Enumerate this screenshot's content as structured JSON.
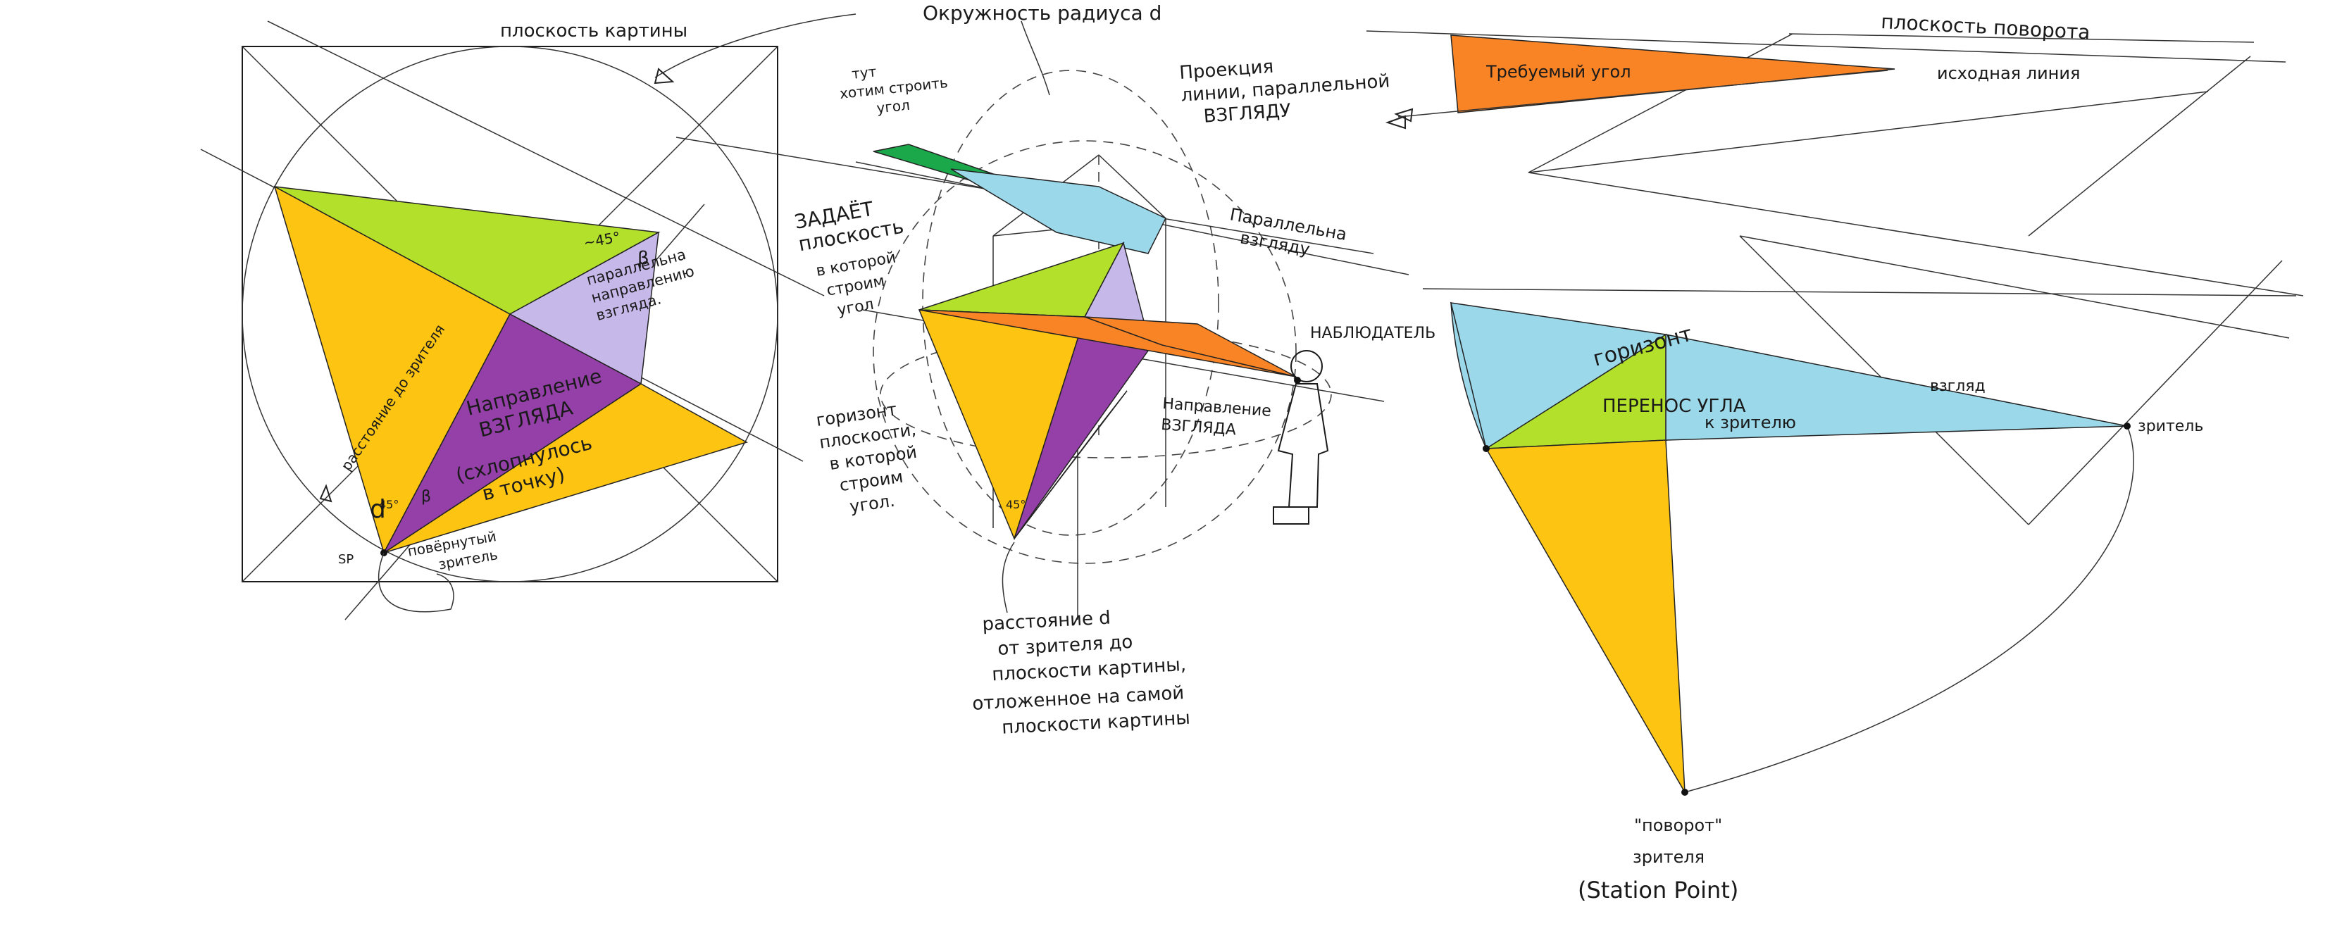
{
  "colors": {
    "yellow": "#fdc412",
    "green": "#b3e02a",
    "purple": "#9440a8",
    "lavender": "#c7b8ea",
    "orange": "#f88426",
    "light_blue": "#9bd8ea",
    "dark_green": "#1aa84a",
    "stroke": "#1a1a1a"
  },
  "left_panel": {
    "picture_plane_label": "плоскость картины",
    "angle_45": "~45°",
    "beta": "β",
    "parallel_to_gaze": [
      "параллельна",
      "направлению",
      "взгляда."
    ],
    "gaze_direction": [
      "Направление",
      "ВЗГЛЯДА"
    ],
    "collapsed_to_point": [
      "(схлопнулось",
      "в точку)"
    ],
    "observer_distance": "расстояние до зрителя",
    "d_label": "d",
    "angle_45_small": "45°",
    "beta_small": "β",
    "sp_label": "SP",
    "rotated_viewer": [
      "повёрнутый",
      "зритель"
    ]
  },
  "middle_panel": {
    "circle_radius_label": "Окружность радиуса d",
    "want_build_angle": [
      "тут",
      "хотим строить",
      "угол"
    ],
    "projection_line": [
      "Проекция",
      "линии, параллельной",
      "ВЗГЛЯДУ"
    ],
    "defines_plane": [
      "ЗАДАЁТ",
      "плоскость"
    ],
    "in_which_build": [
      "в которой",
      "строим",
      "угол"
    ],
    "parallel_gaze": [
      "Параллельна",
      "взгляду"
    ],
    "observer": "НАБЛЮДАТЕЛЬ",
    "gaze_direction": [
      "Направление",
      "ВЗГЛЯДА"
    ],
    "horizon_plane": [
      "горизонт",
      "плоскости,",
      "в которой",
      "строим",
      "угол."
    ],
    "angle_45": "45°",
    "distance_note": [
      "расстояние d",
      "от зрителя до",
      "плоскости картины,",
      "отложенное на самой",
      "плоскости картины"
    ]
  },
  "right_panel": {
    "rotation_plane": "плоскость поворота",
    "required_angle": "Требуемый угол",
    "source_line": "исходная линия",
    "horizon": "горизонт",
    "gaze": "взгляд",
    "angle_transfer": "ПЕРЕНОС УГЛА",
    "to_viewer": "к зрителю",
    "viewer": "зритель",
    "rotation": "\"поворот\"",
    "viewer_gen": "зрителя",
    "station_point": "(Station Point)"
  }
}
